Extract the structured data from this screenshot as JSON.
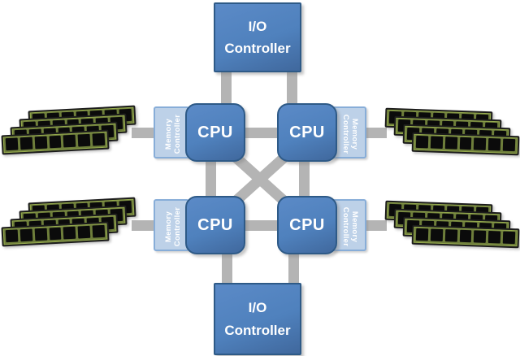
{
  "labels": {
    "io": {
      "line1": "I/O",
      "line2": "Controller"
    },
    "cpu": "CPU",
    "mc": {
      "line1": "Memory",
      "line2": "Controller"
    }
  },
  "nodes": {
    "io_controllers": 2,
    "cpus": 4,
    "memory_controllers": 4,
    "dimm_stacks": 4,
    "dimms_per_stack": 4,
    "chips_per_dimm": 7
  },
  "colors": {
    "cpu_fill": "#4f81bd",
    "cpu_highlight": "#5b8ac7",
    "cpu_shade": "#40689d",
    "cpu_border": "#2e5a87",
    "mc_fill": "#bdd1e8",
    "mc_border": "#87add8",
    "connector": "#b4b4b4",
    "dimm_green": "#6e7e3b",
    "dimm_chip": "#0b0b0b",
    "label_text": "#ffffff"
  }
}
